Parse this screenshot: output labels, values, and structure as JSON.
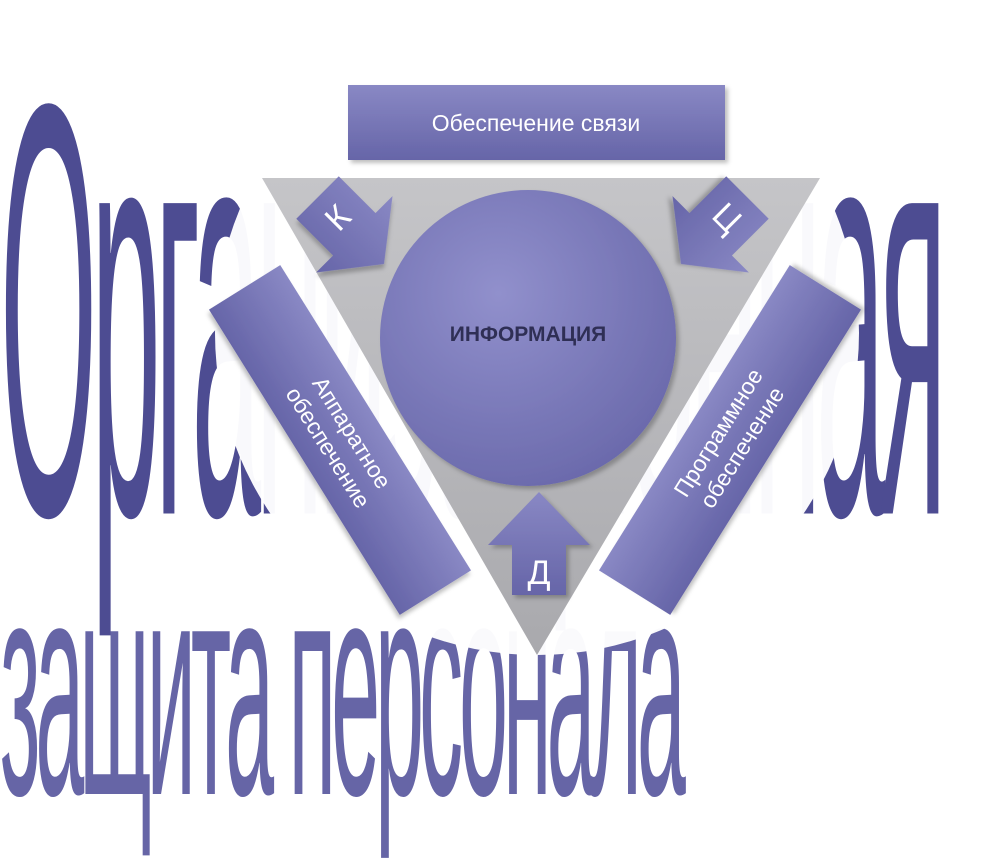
{
  "background": {
    "line1": "Организационная",
    "line2": "защита персонала"
  },
  "diagram": {
    "top_box": "Обеспечение связи",
    "center": "ИНФОРМАЦИЯ",
    "left_box_line1": "Аппаратное",
    "left_box_line2": "обеспечение",
    "right_box_line1": "Программное",
    "right_box_line2": "обеспечение",
    "arrow_k": "К",
    "arrow_c": "Ц",
    "arrow_d": "Д"
  },
  "colors": {
    "background_text_dark": "#4d4c92",
    "background_text_light": "#8f8ec6",
    "box_fill": "#7473b3",
    "center_fill": "#7675b4",
    "triangle_fill": "#b8b8bc",
    "circle_fill": "#ffffff"
  }
}
